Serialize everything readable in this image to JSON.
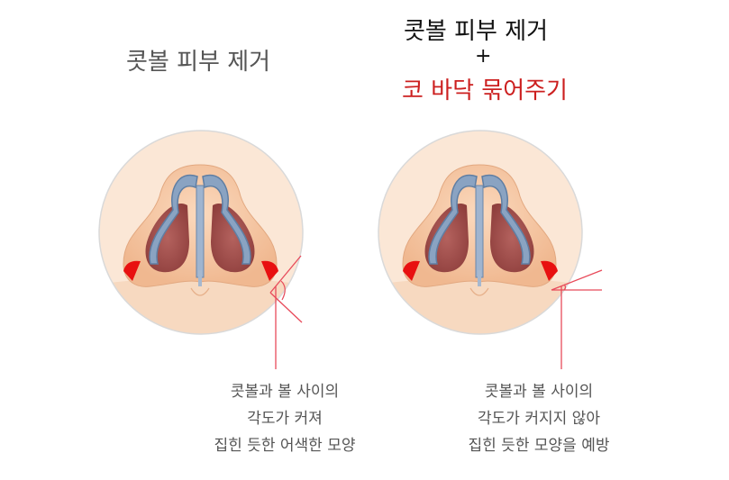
{
  "left": {
    "title": "콧볼 피부 제거",
    "caption": [
      "콧볼과 볼 사이의",
      "각도가 커져",
      "집힌 듯한 어색한 모양"
    ]
  },
  "right": {
    "title_line1": "콧볼 피부 제거",
    "plus": "+",
    "title_line2": "코 바닥 묶어주기",
    "caption": [
      "콧볼과 볼 사이의",
      "각도가 커지지 않아",
      "집힌 듯한 모양을 예방"
    ]
  },
  "colors": {
    "skin": "#f6c8a6",
    "nostril": "#a24f4c",
    "cartilage": "#7f97b5",
    "removed_tissue": "#e81010",
    "highlight": "#cc1f1f"
  }
}
